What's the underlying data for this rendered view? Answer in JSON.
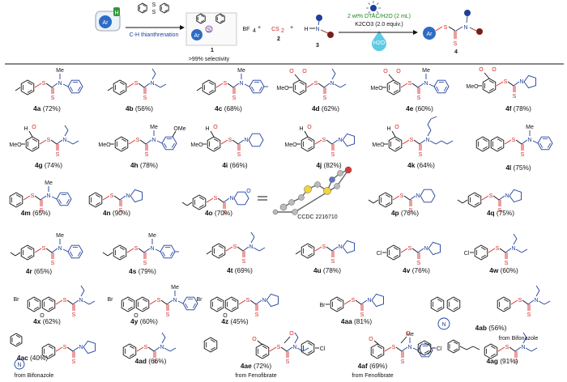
{
  "scheme": {
    "reagents": {
      "step1_label": "C-H thianthrenation",
      "selectivity": ">99% selectivity",
      "cs2": "CS",
      "cs2_sub": "2",
      "amine_h": "H",
      "amine_n": "N",
      "plus1": "+",
      "plus2": "+",
      "bf4": "BF",
      "bf4_sub": "4",
      "ar": "Ar",
      "num1": "1",
      "num2": "2",
      "num3": "3",
      "num4": "4",
      "cond_line1": "2 wt% DTAC/H2O (2 mL)",
      "cond_line2": "K2CO3 (2.0 equiv.)",
      "water": "H2O"
    },
    "colors": {
      "ar_blue": "#2e6bc4",
      "h_green": "#2e9a3a",
      "red": "#d62828",
      "purple": "#6b2d8a",
      "amine_blue": "#1f3f9a",
      "dark_red": "#7a1c1c",
      "water_cyan": "#29b8d8",
      "cond_green": "#1a8a1a"
    },
    "compounds": [
      {
        "code": "4a",
        "y": "(72%)"
      },
      {
        "code": "4b",
        "y": "(56%)"
      },
      {
        "code": "4c",
        "y": "(68%)"
      },
      {
        "code": "4d",
        "y": "(62%)"
      },
      {
        "code": "4e",
        "y": "(60%)"
      },
      {
        "code": "4f",
        "y": "(78%)"
      },
      {
        "code": "4g",
        "y": "(74%)"
      },
      {
        "code": "4h",
        "y": "(78%)"
      },
      {
        "code": "4i",
        "y": "(66%)"
      },
      {
        "code": "4j",
        "y": "(82%)"
      },
      {
        "code": "4k",
        "y": "(64%)"
      },
      {
        "code": "4l",
        "y": "(75%)"
      },
      {
        "code": "4m",
        "y": "(65%)"
      },
      {
        "code": "4n",
        "y": "(90%)"
      },
      {
        "code": "4o",
        "y": "(70%)"
      },
      {
        "code": "4p",
        "y": "(76%)"
      },
      {
        "code": "4q",
        "y": "(75%)"
      },
      {
        "code": "4r",
        "y": "(65%)"
      },
      {
        "code": "4s",
        "y": "(79%)"
      },
      {
        "code": "4t",
        "y": "(69%)"
      },
      {
        "code": "4u",
        "y": "(78%)"
      },
      {
        "code": "4v",
        "y": "(76%)"
      },
      {
        "code": "4w",
        "y": "(60%)"
      },
      {
        "code": "4x",
        "y": "(62%)"
      },
      {
        "code": "4y",
        "y": "(60%)"
      },
      {
        "code": "4z",
        "y": "(45%)"
      },
      {
        "code": "4aa",
        "y": "(81%)"
      },
      {
        "code": "4ab",
        "y": "(56%)"
      },
      {
        "code": "4ac",
        "y": "(40%)"
      },
      {
        "code": "4ad",
        "y": "(66%)"
      },
      {
        "code": "4ae",
        "y": "(72%)"
      },
      {
        "code": "4af",
        "y": "(69%)"
      },
      {
        "code": "4ag",
        "y": "(91%)"
      }
    ],
    "notes": {
      "ccdc": "CCDC 2216710",
      "from_bifonazole": "from Bifonazole",
      "from_fenofibrate": "from Fenofibrate"
    },
    "atoms": {
      "S": "S",
      "N": "N",
      "O": "O",
      "Me": "Me",
      "MeO": "MeO",
      "Cl": "Cl",
      "Br": "Br",
      "H": "H",
      "OMe": "OMe"
    }
  }
}
